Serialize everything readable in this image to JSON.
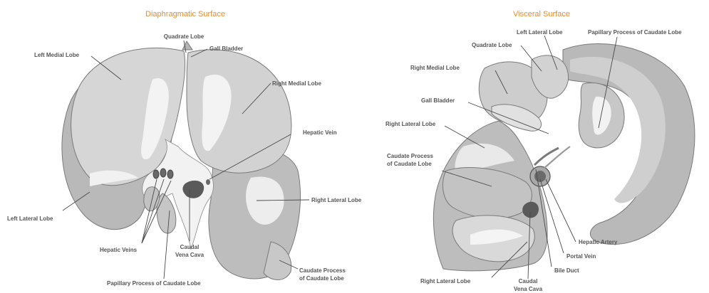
{
  "titles": {
    "diaphragmatic": "Diaphragmatic Surface",
    "visceral": "Visceral Surface"
  },
  "diaphragmatic_labels": {
    "quadrate_lobe": "Quadrate Lobe",
    "gall_bladder": "Gall Bladder",
    "left_medial_lobe": "Left Medial Lobe",
    "right_medial_lobe": "Right Medial Lobe",
    "hepatic_vein": "Hepatic Vein",
    "right_lateral_lobe": "Right Lateral Lobe",
    "left_lateral_lobe": "Left Lateral Lobe",
    "hepatic_veins": "Hepatic Veins",
    "caudal_vena_cava_1": "Caudal",
    "caudal_vena_cava_2": "Vena Cava",
    "caudate_process_1": "Caudate Process",
    "caudate_process_2": "of Caudate Lobe",
    "papillary_process": "Papillary Process of Caudate Lobe"
  },
  "visceral_labels": {
    "left_lateral_lobe": "Left Lateral Lobe",
    "papillary_process": "Papillary Process of Caudate Lobe",
    "quadrate_lobe": "Quadrate Lobe",
    "right_medial_lobe": "Right Medial Lobe",
    "gall_bladder": "Gall Bladder",
    "right_lateral_lobe_top": "Right Lateral Lobe",
    "caudate_process_1": "Caudate Process",
    "caudate_process_2": "of Caudate Lobe",
    "hepatic_artery": "Hepatic Artery",
    "portal_vein": "Portal Vein",
    "bile_duct": "Bile Duct",
    "right_lateral_lobe_bottom": "Right Lateral Lobe",
    "caudal_vena_cava_1": "Caudal",
    "caudal_vena_cava_2": "Vena Cava"
  },
  "colors": {
    "title": "#f08a2c",
    "label": "#555555",
    "leader": "#4a4a4a",
    "lobe_light": "#d6d6d6",
    "lobe_mid": "#bdbdbd",
    "lobe_dark": "#a3a3a3",
    "highlight": "#f4f4f4",
    "vessel": "#555555"
  }
}
